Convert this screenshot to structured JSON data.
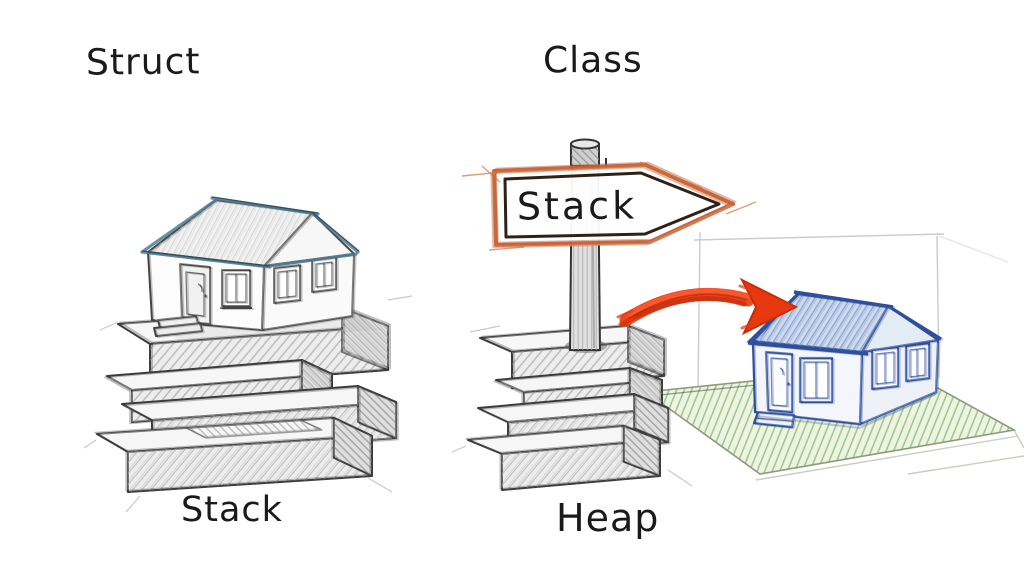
{
  "page": {
    "background": "#ffffff",
    "style": "hand-drawn pencil sketch comparing value and reference types"
  },
  "left_panel": {
    "heading": "Struct",
    "caption": "Stack",
    "illustration": "house sitting directly on a stack of slabs"
  },
  "right_panel": {
    "heading": "Class",
    "sign_label": "Stack",
    "caption": "Heap",
    "illustration": "signpost on a stack of slabs with a red arrow pointing to a house on a green plot"
  },
  "colors": {
    "text": "#1a1a1a",
    "pencil_grey": "#454545",
    "roof_accent_teal": "#4e7d93",
    "sign_orange": "#c65f35",
    "arrow_red": "#e8380d",
    "house_blue": "#2f4f9b",
    "lawn_green": "#7fb463"
  }
}
